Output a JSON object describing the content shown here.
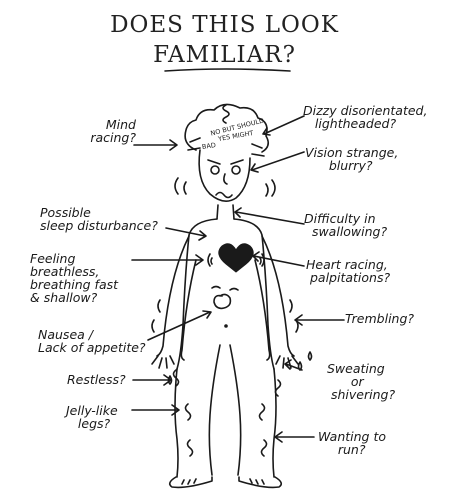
{
  "title": {
    "line1": "DOES THIS LOOK",
    "line2": "FAMILIAR?"
  },
  "head_text": {
    "a": "NO BUT SHOULD",
    "b": "YES MIGHT",
    "c": "BAD"
  },
  "labels": {
    "mind_racing": "Mind\nracing?",
    "dizzy": "Dizzy disorientated,\n   lightheaded?",
    "vision": "Vision strange,\n      blurry?",
    "sleep": "Possible\nsleep disturbance?",
    "swallowing": "Difficulty in\n  swallowing?",
    "breathless": "Feeling\nbreathless,\nbreathing fast\n& shallow?",
    "heart": "Heart racing,\n palpitations?",
    "trembling": "Trembling?",
    "nausea": "Nausea /\nLack of appetite?",
    "sweating": "Sweating\n      or\n shivering?",
    "restless": "Restless?",
    "jelly": "Jelly-like\n   legs?",
    "run": "Wanting to\n     run?"
  }
}
